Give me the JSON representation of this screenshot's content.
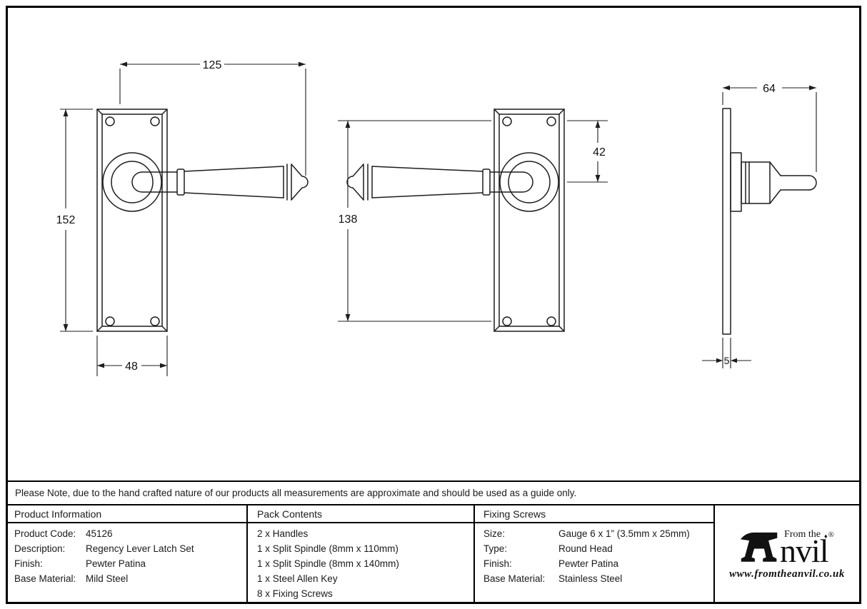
{
  "dimensions": {
    "lever_length": "125",
    "plate_height": "152",
    "plate_width": "48",
    "fixing_centres": "138",
    "top_to_spindle": "42",
    "projection": "64",
    "plate_thickness": "5"
  },
  "note": "Please Note, due to the hand crafted nature of our products all measurements are approximate and should be used as a guide only.",
  "table": {
    "product_information": {
      "header": "Product Information",
      "rows": [
        {
          "label": "Product Code:",
          "value": "45126"
        },
        {
          "label": "Description:",
          "value": "Regency Lever Latch Set"
        },
        {
          "label": "Finish:",
          "value": "Pewter Patina"
        },
        {
          "label": "Base Material:",
          "value": "Mild Steel"
        }
      ]
    },
    "pack_contents": {
      "header": "Pack Contents",
      "items": [
        "2 x Handles",
        "1 x Split Spindle (8mm x 110mm)",
        "1 x Split Spindle (8mm x 140mm)",
        "1 x Steel Allen Key",
        "8 x Fixing Screws"
      ]
    },
    "fixing_screws": {
      "header": "Fixing Screws",
      "rows": [
        {
          "label": "Size:",
          "value": "Gauge 6 x 1” (3.5mm x 25mm)"
        },
        {
          "label": "Type:",
          "value": "Round Head"
        },
        {
          "label": "Finish:",
          "value": "Pewter Patina"
        },
        {
          "label": "Base Material:",
          "value": "Stainless Steel"
        }
      ]
    }
  },
  "logo": {
    "from_the": "From the",
    "diamond": "♦",
    "brand_suffix": "nvil",
    "registered": "®",
    "url": "www.fromtheanvil.co.uk"
  },
  "colors": {
    "ink": "#1d1d1d",
    "background": "#ffffff",
    "border": "#000000"
  }
}
